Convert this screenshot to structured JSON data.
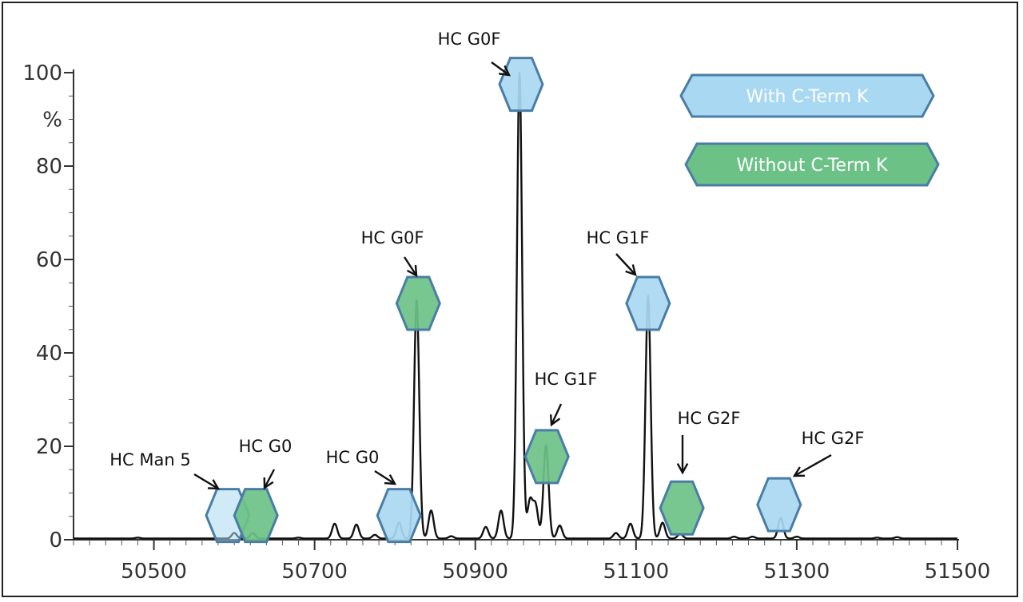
{
  "chart_data": {
    "type": "line",
    "title": "",
    "xlabel": "",
    "ylabel": "%",
    "xlim": [
      50400,
      51500
    ],
    "ylim": [
      0,
      100
    ],
    "x_ticks": [
      50500,
      50700,
      50900,
      51100,
      51300,
      51500
    ],
    "y_ticks": [
      0,
      20,
      40,
      60,
      80,
      100
    ],
    "grid": false,
    "legend": {
      "placement": "top-right",
      "entries": [
        {
          "name": "With C-Term K",
          "color": "#a9d8f2",
          "stroke": "#4a7da5"
        },
        {
          "name": "Without C-Term K",
          "color": "#6cc187",
          "stroke": "#4a7da5"
        }
      ]
    },
    "series": [
      {
        "peaks": [
          {
            "x": 50480,
            "y": 0.2
          },
          {
            "x": 50600,
            "y": 1.2
          },
          {
            "x": 50623,
            "y": 1.2
          },
          {
            "x": 50680,
            "y": 0.2
          },
          {
            "x": 50725,
            "y": 3.2
          },
          {
            "x": 50752,
            "y": 3.0
          },
          {
            "x": 50775,
            "y": 0.8
          },
          {
            "x": 50805,
            "y": 3.4
          },
          {
            "x": 50827,
            "y": 51
          },
          {
            "x": 50845,
            "y": 6
          },
          {
            "x": 50870,
            "y": 0.5
          },
          {
            "x": 50913,
            "y": 2.5
          },
          {
            "x": 50932,
            "y": 6
          },
          {
            "x": 50955,
            "y": 100
          },
          {
            "x": 50968,
            "y": 8
          },
          {
            "x": 50975,
            "y": 7
          },
          {
            "x": 50988,
            "y": 20
          },
          {
            "x": 51005,
            "y": 2.8
          },
          {
            "x": 51075,
            "y": 1.2
          },
          {
            "x": 51093,
            "y": 3.2
          },
          {
            "x": 51115,
            "y": 52
          },
          {
            "x": 51133,
            "y": 3.4
          },
          {
            "x": 51155,
            "y": 1.0
          },
          {
            "x": 51222,
            "y": 0.4
          },
          {
            "x": 51245,
            "y": 0.4
          },
          {
            "x": 51280,
            "y": 4.4
          },
          {
            "x": 51300,
            "y": 0.4
          },
          {
            "x": 51400,
            "y": 0.2
          },
          {
            "x": 51425,
            "y": 0.3
          }
        ]
      }
    ],
    "annotations": [
      {
        "label": "HC Man 5",
        "x": 50592,
        "y": 5.2,
        "marker": "With C-Term K",
        "faded": true
      },
      {
        "label": "HC G0",
        "x": 50627,
        "y": 5.2,
        "marker": "Without C-Term K"
      },
      {
        "label": "HC G0",
        "x": 50805,
        "y": 5.2,
        "marker": "With C-Term K"
      },
      {
        "label": "HC G0F",
        "x": 50829,
        "y": 50.6,
        "marker": "Without C-Term K"
      },
      {
        "label": "HC G0F",
        "x": 50957,
        "y": 97.5,
        "marker": "With C-Term K"
      },
      {
        "label": "HC G1F",
        "x": 50989,
        "y": 17.8,
        "marker": "Without C-Term K"
      },
      {
        "label": "HC G1F",
        "x": 51115,
        "y": 50.6,
        "marker": "With C-Term K"
      },
      {
        "label": "HC G2F",
        "x": 51157,
        "y": 6.8,
        "marker": "Without C-Term K"
      },
      {
        "label": "HC G2F",
        "x": 51278,
        "y": 7.5,
        "marker": "With C-Term K"
      }
    ]
  }
}
